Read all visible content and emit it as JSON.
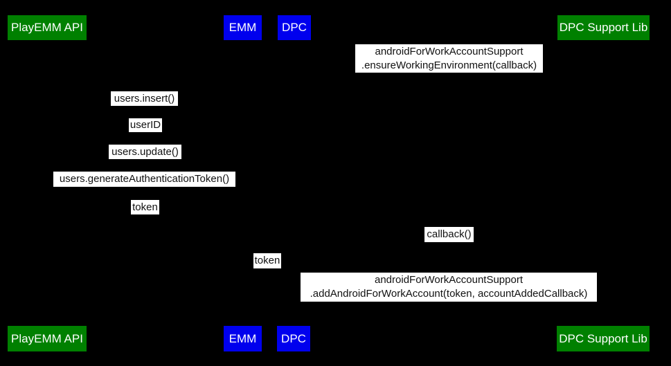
{
  "colors": {
    "background": "#000000",
    "actor_green": "#008000",
    "actor_blue": "#0000ee",
    "actor_text": "#ffffff",
    "label_bg": "#ffffff",
    "label_text": "#111111"
  },
  "actors": [
    {
      "label": "PlayEMM API"
    },
    {
      "label": "EMM"
    },
    {
      "label": "DPC"
    },
    {
      "label": "DPC Support Lib"
    }
  ],
  "messages": [
    {
      "line1": "androidForWorkAccountSupport",
      "line2": ".ensureWorkingEnvironment(callback)"
    },
    {
      "label": "users.insert()"
    },
    {
      "label": "userID"
    },
    {
      "label": "users.update()"
    },
    {
      "label": "users.generateAuthenticationToken()"
    },
    {
      "label": "token"
    },
    {
      "label": "callback()"
    },
    {
      "label": "token"
    },
    {
      "line1": "androidForWorkAccountSupport",
      "line2": ".addAndroidForWorkAccount(token, accountAddedCallback)"
    }
  ]
}
